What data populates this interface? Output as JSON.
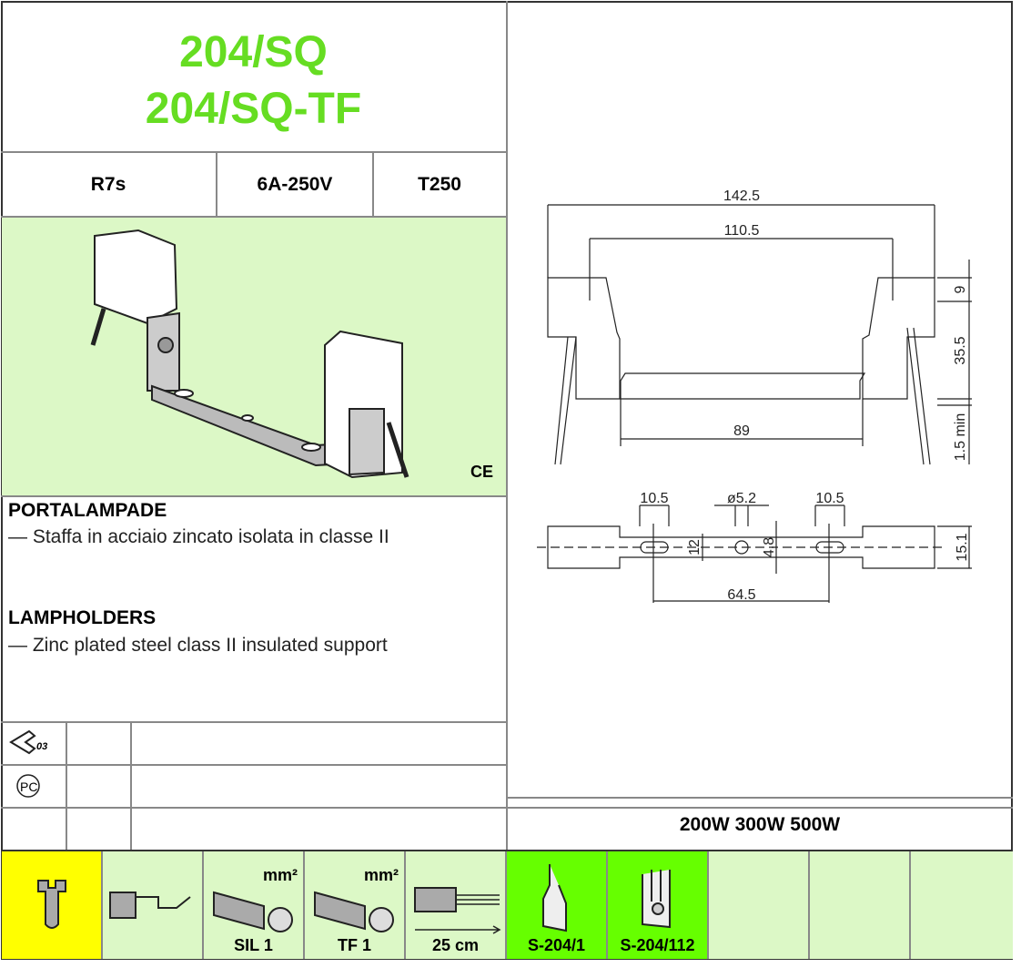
{
  "header": {
    "title_line1": "204/SQ",
    "title_line2": "204/SQ-TF"
  },
  "specs": {
    "base": "R7s",
    "rating": "6A-250V",
    "temperature": "T250"
  },
  "ce_mark": "CE",
  "description": {
    "it_heading": "PORTALAMPADE",
    "it_text": "— Staffa in acciaio zincato isolata in classe II",
    "en_heading": "LAMPHOLDERS",
    "en_text": "— Zinc plated steel class II insulated support"
  },
  "certifications": [
    {
      "icon": "enec-03-icon",
      "logo_text": "ENEC 03"
    },
    {
      "icon": "gost-icon"
    },
    {
      "icon": ""
    }
  ],
  "wattage": "200W 300W 500W",
  "drawing": {
    "d_total": "142.5",
    "d_inner": "110.5",
    "d_base": "89",
    "d_top": "9",
    "d_height": "35.5",
    "d_min": "1.5 min",
    "d_slot1": "10.5",
    "d_hole": "ø5.2",
    "d_slot2": "10.5",
    "d_12": "12",
    "d_48": "4.8",
    "d_151": "15.1",
    "d_645": "64.5"
  },
  "accessories": [
    {
      "icon": "screw-terminal-icon",
      "label": "",
      "color": "#ffff00"
    },
    {
      "icon": "push-in-terminal-icon",
      "label": "",
      "color": "#dcf8c6"
    },
    {
      "icon": "cable-sil-icon",
      "unit": "mm²",
      "label": "SIL 1",
      "color": "#dcf8c6"
    },
    {
      "icon": "cable-tf-icon",
      "unit": "mm²",
      "label": "TF 1",
      "color": "#dcf8c6"
    },
    {
      "icon": "wire-length-icon",
      "label": "25 cm",
      "color": "#dcf8c6"
    },
    {
      "icon": "clip-s204-1-icon",
      "label": "S-204/1",
      "color": "#66ff00"
    },
    {
      "icon": "clip-s204-112-icon",
      "label": "S-204/112",
      "color": "#66ff00"
    }
  ]
}
